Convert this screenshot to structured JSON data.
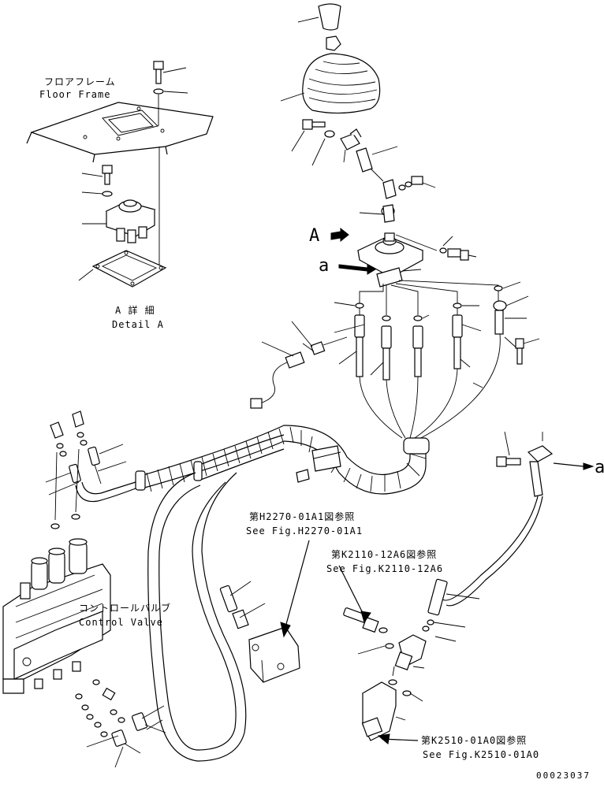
{
  "labels": {
    "floor_frame_jp": "フロアフレーム",
    "floor_frame_en": "Floor Frame",
    "detail_a_jp": "A 詳 細",
    "detail_a_en": "Detail A",
    "view_arrow_letter": "A",
    "point_a": "a",
    "point_a_right": "a",
    "control_valve_jp": "コントロールバルブ",
    "control_valve_en": "Control Valve",
    "ref_h2270_jp": "第H2270-01A1図参照",
    "ref_h2270_en": "See Fig.H2270-01A1",
    "ref_k2110_jp": "第K2110-12A6図参照",
    "ref_k2110_en": "See Fig.K2110-12A6",
    "ref_k2510_jp": "第K2510-01A0図参照",
    "ref_k2510_en": "See Fig.K2510-01A0",
    "drawing_number": "00023037"
  }
}
